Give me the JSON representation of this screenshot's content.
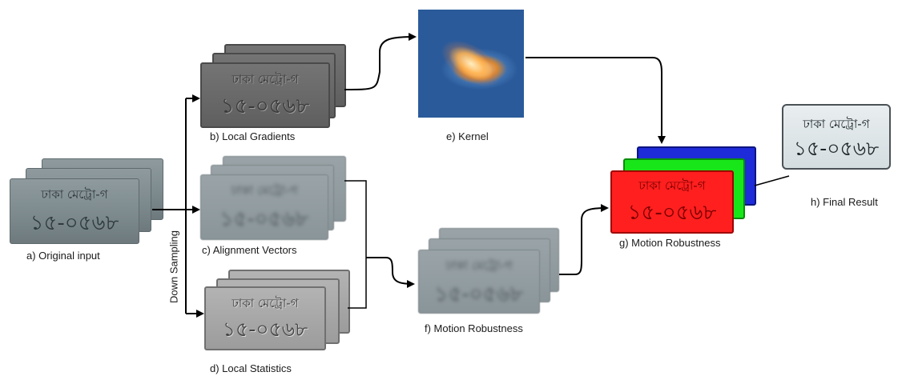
{
  "plate_text": {
    "top": "ঢাকা মেট্রো-গ",
    "bottom": "১৫-০৫৬৮",
    "top_final": "ঢাকা মেট্রো-গ",
    "bottom_final": "১৫-০৫৬৮"
  },
  "labels": {
    "a": "a) Original input",
    "b": "b) Local Gradients",
    "c": "c) Alignment Vectors",
    "d": "d) Local Statistics",
    "e": "e) Kernel",
    "f": "f) Motion Robustness",
    "g": "g) Motion Robustness",
    "h": "h) Final Result",
    "down_sampling": "Down Sampling"
  },
  "colors": {
    "red_channel": "#ff1f1f",
    "green_channel": "#19e619",
    "blue_channel": "#1e2bd8"
  }
}
